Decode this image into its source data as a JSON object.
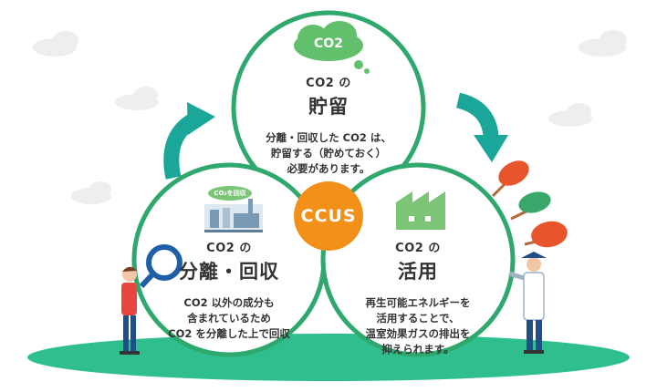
{
  "center_label": "CCUS",
  "cloud_icon_text": "CO2",
  "facility_icon_text": "CO₂を回収",
  "circles": [
    {
      "id": "storage",
      "subtitle": "CO2 の",
      "title": "貯留",
      "description": "分離・回収した CO2 は、\n貯留する（貯めておく）\n必要があります。"
    },
    {
      "id": "capture",
      "subtitle": "CO2 の",
      "title": "分離・回収",
      "description": "CO2 以外の成分も\n含まれているため\nCO2 を分離した上で回収"
    },
    {
      "id": "utilization",
      "subtitle": "CO2 の",
      "title": "活用",
      "description": "再生可能エネルギーを\n活用することで、\n温室効果ガスの排出を\n抑えられます。"
    }
  ],
  "colors": {
    "accent_green": "#2fa86e",
    "light_green": "#7cc576",
    "teal_arrow": "#1aa79a",
    "ground": "#2fbf8f",
    "ccus_orange": "#f39019",
    "leaf_red": "#e8552d",
    "leaf_green": "#3aa86a"
  }
}
